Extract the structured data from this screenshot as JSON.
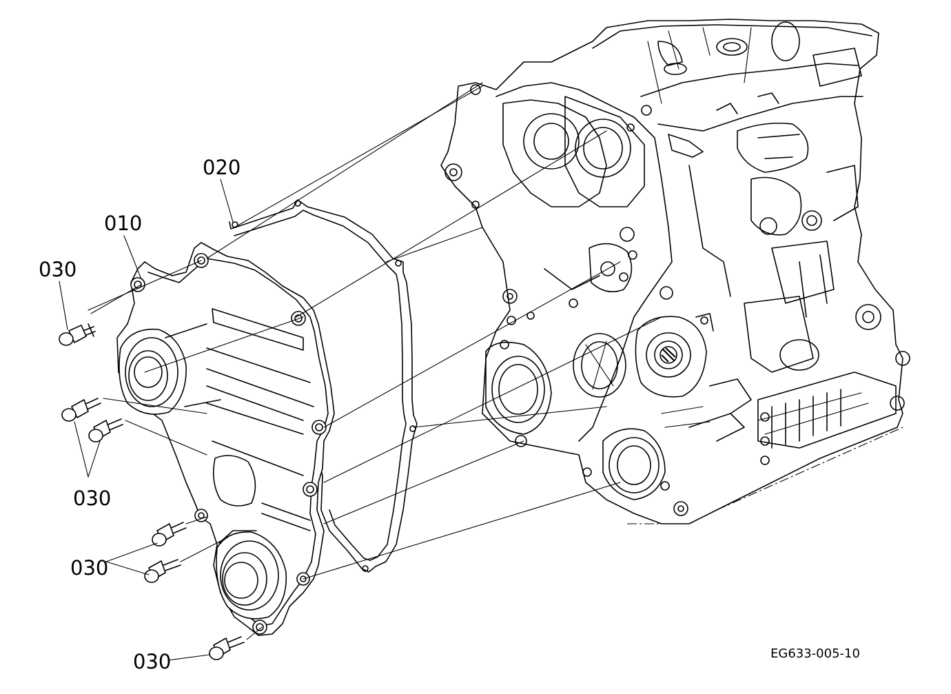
{
  "diagram": {
    "callouts": {
      "gear_case": "010",
      "gasket": "020",
      "bolt_top": "030",
      "bolt_mid": "030",
      "bolt_low": "030",
      "bolt_bottom": "030"
    },
    "figure_id": "EG633-005-10"
  }
}
